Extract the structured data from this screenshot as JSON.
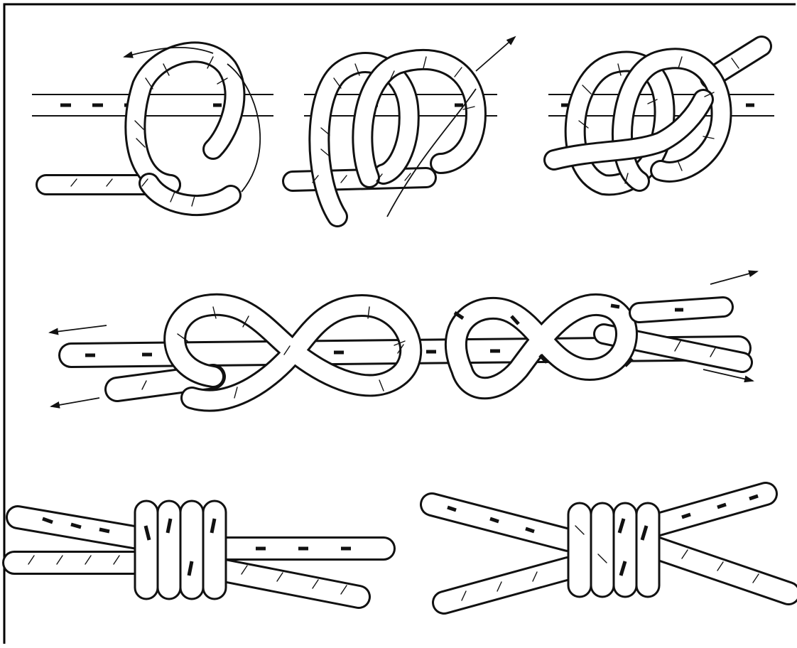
{
  "figure": {
    "frame_color": "#000000",
    "background_color": "#ffffff",
    "ink_color": "#111111",
    "panels": [
      {
        "id": "step-1",
        "icon": "first-loop-icon"
      },
      {
        "id": "step-2",
        "icon": "second-loop-icon"
      },
      {
        "id": "step-3",
        "icon": "tightened-wraps-icon"
      },
      {
        "id": "step-4",
        "icon": "double-figure-eight-icon"
      },
      {
        "id": "step-5",
        "icon": "finished-knot-parallel-icon"
      },
      {
        "id": "step-6",
        "icon": "finished-knot-crossed-icon"
      }
    ]
  }
}
